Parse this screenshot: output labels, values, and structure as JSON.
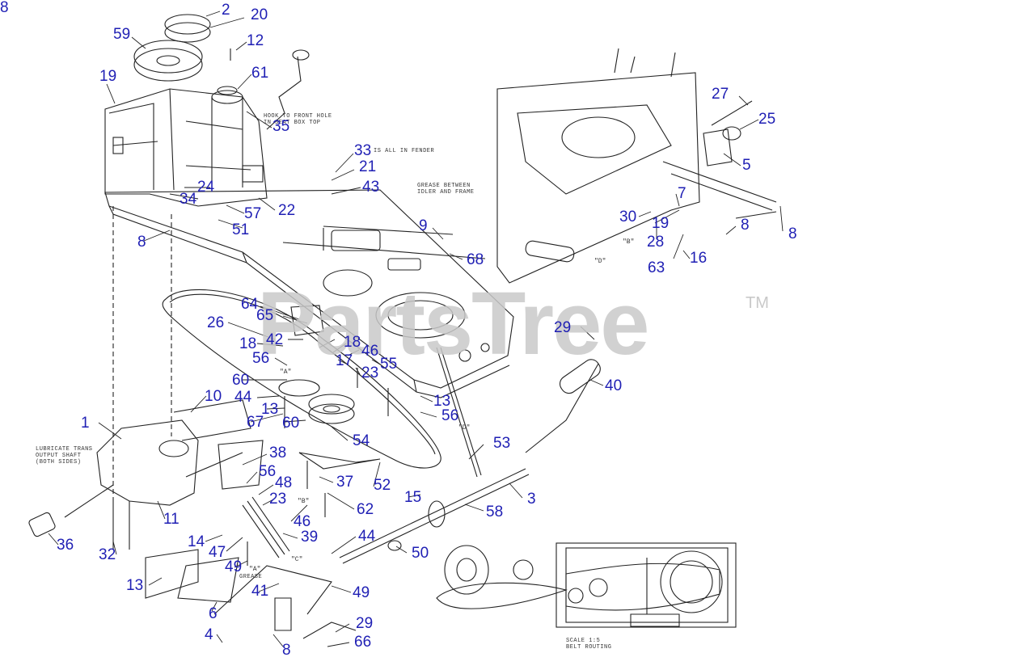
{
  "watermark": {
    "text": "PartsTree",
    "trademark": "TM",
    "color": "#c9c9c9"
  },
  "label_color": "#1f1fb4",
  "line_color": "#222222",
  "callouts": [
    "2",
    "20",
    "59",
    "12",
    "19",
    "61",
    "35",
    "33",
    "21",
    "43",
    "24",
    "34",
    "57",
    "22",
    "51",
    "8",
    "9",
    "68",
    "27",
    "25",
    "5",
    "7",
    "30",
    "19",
    "28",
    "8",
    "8",
    "63",
    "16",
    "64",
    "65",
    "26",
    "42",
    "18",
    "56",
    "60",
    "18",
    "46",
    "17",
    "55",
    "23",
    "29",
    "40",
    "44",
    "13",
    "67",
    "60",
    "13",
    "56",
    "10",
    "1",
    "54",
    "53",
    "38",
    "56",
    "48",
    "37",
    "52",
    "23",
    "15",
    "58",
    "3",
    "62",
    "46",
    "11",
    "39",
    "36",
    "32",
    "14",
    "47",
    "44",
    "50",
    "49",
    "13",
    "41",
    "49",
    "6",
    "4",
    "8",
    "29",
    "66",
    "8"
  ],
  "notes": {
    "hook": "HOOK TO FRONT HOLE\nIN SEAT BOX TOP",
    "idler_note": "IS ALL IN FENDER",
    "grease_between": "GREASE BETWEEN\nIDLER AND FRAME",
    "lubricate": "LUBRICATE TRANS\nOUTPUT SHAFT\n(BOTH SIDES)",
    "grease": "GREASE",
    "scale": "SCALE 1:5\nBELT ROUTING"
  },
  "ref_letters": {
    "a": "\"A\"",
    "b": "\"B\"",
    "c": "\"C\"",
    "d": "\"D\""
  }
}
